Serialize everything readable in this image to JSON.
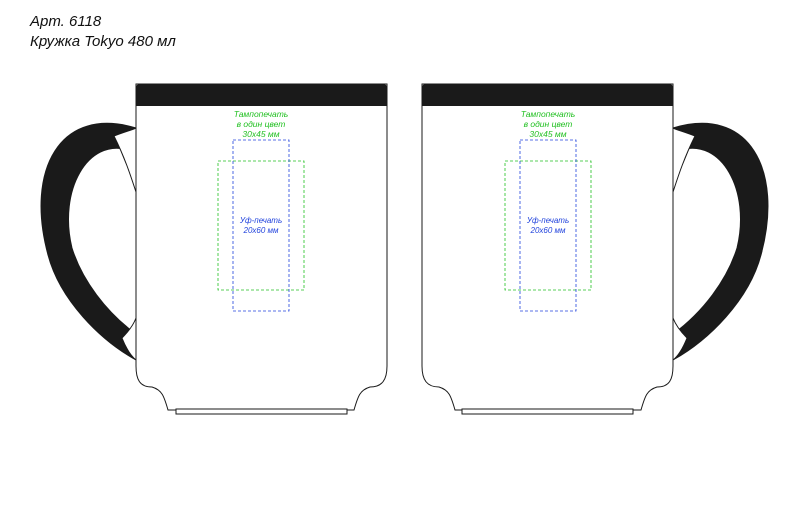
{
  "header": {
    "article": "Арт. 6118",
    "product": "Кружка Tokyo 480 мл"
  },
  "colors": {
    "body_fill": "#ffffff",
    "outline": "#1a1a1a",
    "rim": "#1a1a1a",
    "handle": "#1a1a1a",
    "pad_print_zone": "#22c022",
    "uv_print_zone": "#2244dd"
  },
  "views": [
    {
      "side": "left-handle",
      "pad_print": {
        "line1": "Тампопечать",
        "line2": "в один цвет",
        "size": "30x45 мм"
      },
      "uv_print": {
        "line1": "Уф-печать",
        "size": "20x60 мм"
      }
    },
    {
      "side": "right-handle",
      "pad_print": {
        "line1": "Тампопечать",
        "line2": "в один цвет",
        "size": "30x45 мм"
      },
      "uv_print": {
        "line1": "Уф-печать",
        "size": "20x60 мм"
      }
    }
  ]
}
